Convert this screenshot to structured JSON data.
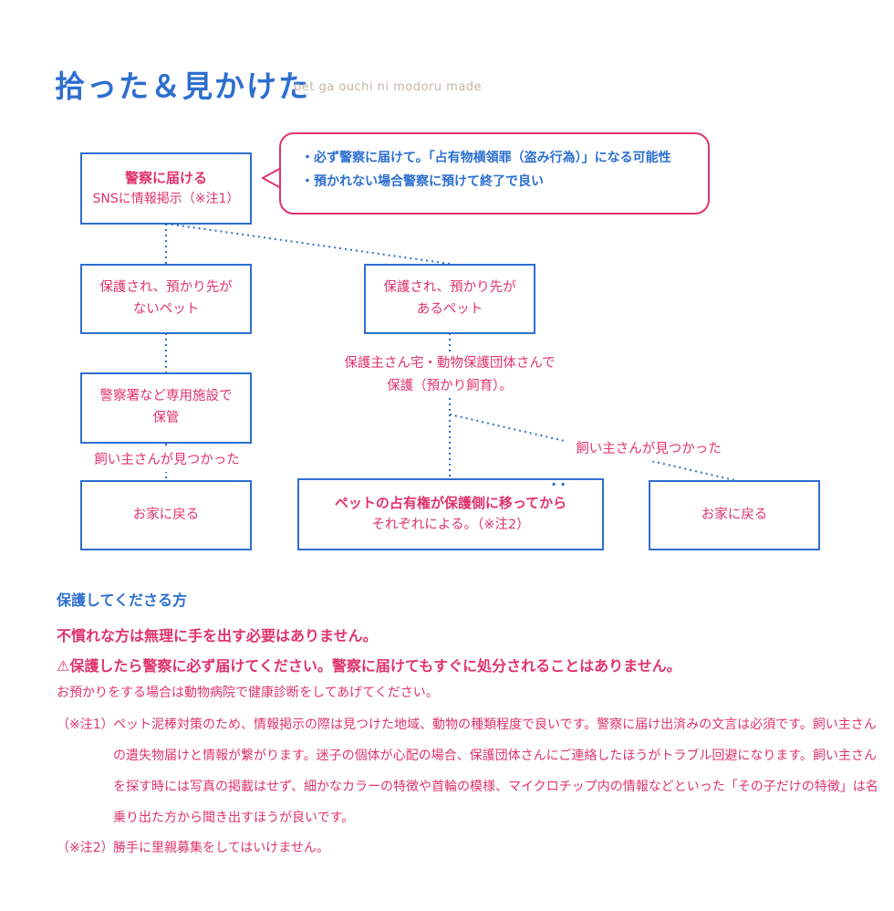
{
  "header": {
    "title": "拾った＆見かけた",
    "subtitle": "pet ga ouchi ni modoru made"
  },
  "flow": {
    "police_box": {
      "title": "警察に届ける",
      "sub": "SNSに情報掲示（※注1）"
    },
    "callout": {
      "line1": "・必ず警察に届けて。「占有物横領罪（盗み行為）」になる可能性",
      "line2": "・預かれない場合警察に預けて終了で良い"
    },
    "no_foster_box": {
      "line1": "保護され、預かり先が",
      "line2": "ないペット"
    },
    "foster_box": {
      "line1": "保護され、預かり先が",
      "line2": "あるペット"
    },
    "station_box": {
      "line1": "警察署など専用施設で",
      "line2": "保管"
    },
    "foster_label": {
      "line1": "保護主さん宅・動物保護団体さんで",
      "line2": "保護（預かり飼育）。"
    },
    "owner_found_left": "飼い主さんが見つかった",
    "owner_found_right": "飼い主さんが見つかった",
    "home_left": "お家に戻る",
    "ownership_box": {
      "line1": "ペットの占有権が保護側に移ってから",
      "line2": "それぞれによる。（※注2）"
    },
    "home_right": "お家に戻る"
  },
  "section": {
    "heading": "保護してくださる方",
    "p1": "不慣れな方は無理に手を出す必要はありません。",
    "p2": "⚠保護したら警察に必ず届けてください。警察に届けてもすぐに処分されることはありません。",
    "p3": "お預かりをする場合は動物病院で健康診断をしてあげてください。",
    "note1_tag": "（※注1）",
    "note1_body": "ペット泥棒対策のため、情報掲示の際は見つけた地域、動物の種類程度で良いです。警察に届け出済みの文言は必須です。飼い主さんの遺失物届けと情報が繋がります。迷子の個体が心配の場合、保護団体さんにご連絡したほうがトラブル回避になります。飼い主さんを探す時には写真の掲載はせず、細かなカラーの特徴や首輪の模様、マイクロチップ内の情報などといった「その子だけの特徴」は名乗り出た方から聞き出すほうが良いです。",
    "note2_tag": "（※注2）",
    "note2_body": "勝手に里親募集をしてはいけません。"
  },
  "colors": {
    "blue": "#2d6fd0",
    "pink": "#e0336e",
    "beige": "#c4b5a9"
  }
}
